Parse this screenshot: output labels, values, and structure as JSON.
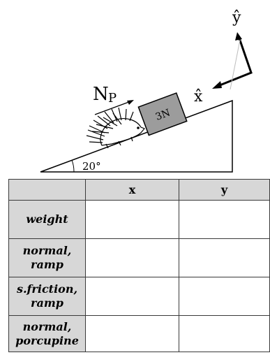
{
  "diagram": {
    "force_label_base": "N",
    "force_label_sub": "P",
    "block_label": "3N",
    "angle_label": "20°",
    "x_axis_label": "x̂",
    "y_axis_label": "ŷ"
  },
  "table": {
    "columns": [
      "",
      "x",
      "y"
    ],
    "rows": [
      {
        "label_lines": [
          "weight"
        ],
        "x": "",
        "y": ""
      },
      {
        "label_lines": [
          "normal,",
          "ramp"
        ],
        "x": "",
        "y": ""
      },
      {
        "label_lines": [
          "s.friction,",
          "ramp"
        ],
        "x": "",
        "y": ""
      },
      {
        "label_lines": [
          "normal,",
          "porcupine"
        ],
        "x": "",
        "y": ""
      }
    ]
  }
}
